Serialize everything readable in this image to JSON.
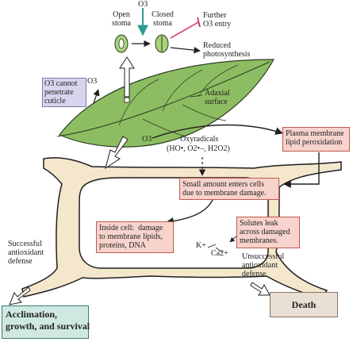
{
  "colors": {
    "cell_wall": "#f4e7cc",
    "cell_outline": "#1f1f1f",
    "leaf": "#8dbd62",
    "highlight_box": "#f7d3cc",
    "highlight_border": "#c05a4f",
    "cuticle_box": "#d7d5ee",
    "survival_box": "#cfe9e2",
    "death_box": "#eadfd5",
    "ozone_arrow": "#2a9d8f",
    "inhibit_line": "#d1325a"
  },
  "top": {
    "o3_label": "O3",
    "open_stoma": "Open\nstoma",
    "closed_stoma": "Closed\nstoma",
    "further_entry": "Further\nO3 entry",
    "reduced_photosynthesis": "Reduced\nphotosynthesis"
  },
  "leaf": {
    "cuticle_box": "O3 cannot\npenetrate\ncuticle",
    "o3_label": "O3",
    "adaxial_surface": "Adaxial\nsurface"
  },
  "pathway": {
    "o3_label": "O3",
    "oxyradicals": "Oxyradicals",
    "oxyradical_formula": "(HO•, O2•–, H2O2)",
    "plasma_membrane_box": "Plasma membrane\nlipid peroxidation",
    "small_amount_box": "Small amount enters cells\ndue to membrane damage.",
    "inside_cell_box": "Inside cell:  damage\nto membrane lipids,\nproteins, DNA",
    "solutes_box": "Solutes leak\nacross damaged\nmembranes.",
    "k_ion": "K+",
    "ca_ion": "Ca2+"
  },
  "outcomes": {
    "successful_label": "Successful\nantioxidant\ndefense",
    "unsuccessful_label": "Unsuccessful\nantioxidant\ndefense",
    "survival_box": "Acclimation,\ngrowth, and survival",
    "death_box": "Death"
  }
}
